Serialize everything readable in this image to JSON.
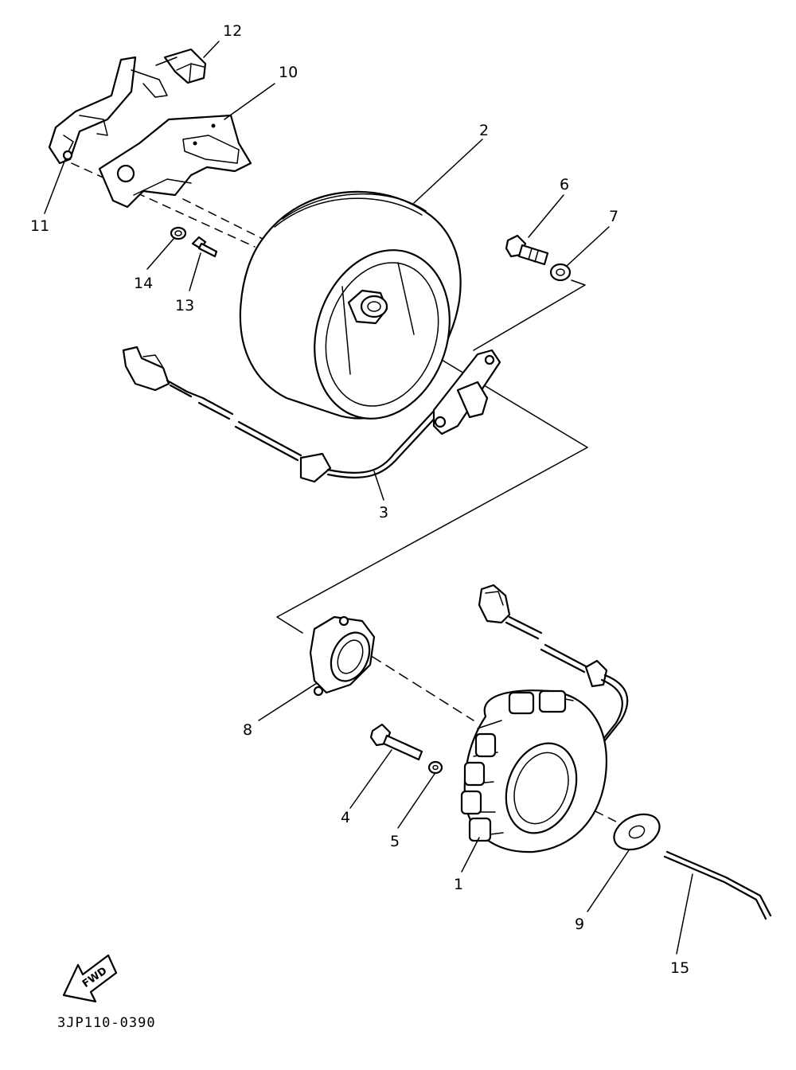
{
  "diagram": {
    "code": "3JP110-0390",
    "direction_label": "FWD",
    "parts": [
      {
        "id": "p1",
        "number": "1"
      },
      {
        "id": "p2",
        "number": "2"
      },
      {
        "id": "p3",
        "number": "3"
      },
      {
        "id": "p4",
        "number": "4"
      },
      {
        "id": "p5",
        "number": "5"
      },
      {
        "id": "p6",
        "number": "6"
      },
      {
        "id": "p7",
        "number": "7"
      },
      {
        "id": "p8",
        "number": "8"
      },
      {
        "id": "p9",
        "number": "9"
      },
      {
        "id": "p10",
        "number": "10"
      },
      {
        "id": "p11",
        "number": "11"
      },
      {
        "id": "p12",
        "number": "12"
      },
      {
        "id": "p13",
        "number": "13"
      },
      {
        "id": "p14",
        "number": "14"
      },
      {
        "id": "p15",
        "number": "15"
      }
    ]
  }
}
